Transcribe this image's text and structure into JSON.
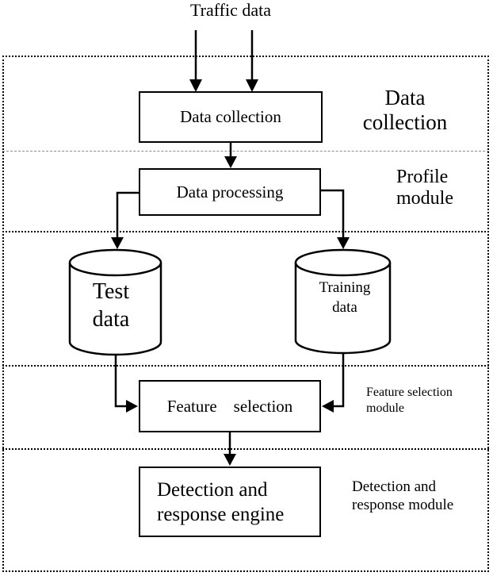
{
  "colors": {
    "ink": "#000000",
    "background": "#ffffff",
    "thin_divider": "#8c8c8c"
  },
  "source_label": "Traffic data",
  "process_nodes": {
    "data_collection": {
      "label": "Data collection"
    },
    "data_processing": {
      "label": "Data processing"
    },
    "feature_selection": {
      "label": "Feature    selection"
    },
    "detection_engine": {
      "lines": [
        "Detection and",
        "response engine"
      ]
    }
  },
  "data_stores": {
    "test_data": {
      "lines": [
        "Test",
        "data"
      ]
    },
    "training_data": {
      "lines": [
        "Training",
        "data"
      ]
    }
  },
  "module_labels": {
    "collection": {
      "lines": [
        "Data",
        "collection"
      ]
    },
    "profile": {
      "lines": [
        "Profile",
        "module"
      ]
    },
    "feature_selection": {
      "lines": [
        "Feature selection",
        "module"
      ]
    },
    "detection": {
      "lines": [
        "Detection and",
        "response module"
      ]
    }
  }
}
